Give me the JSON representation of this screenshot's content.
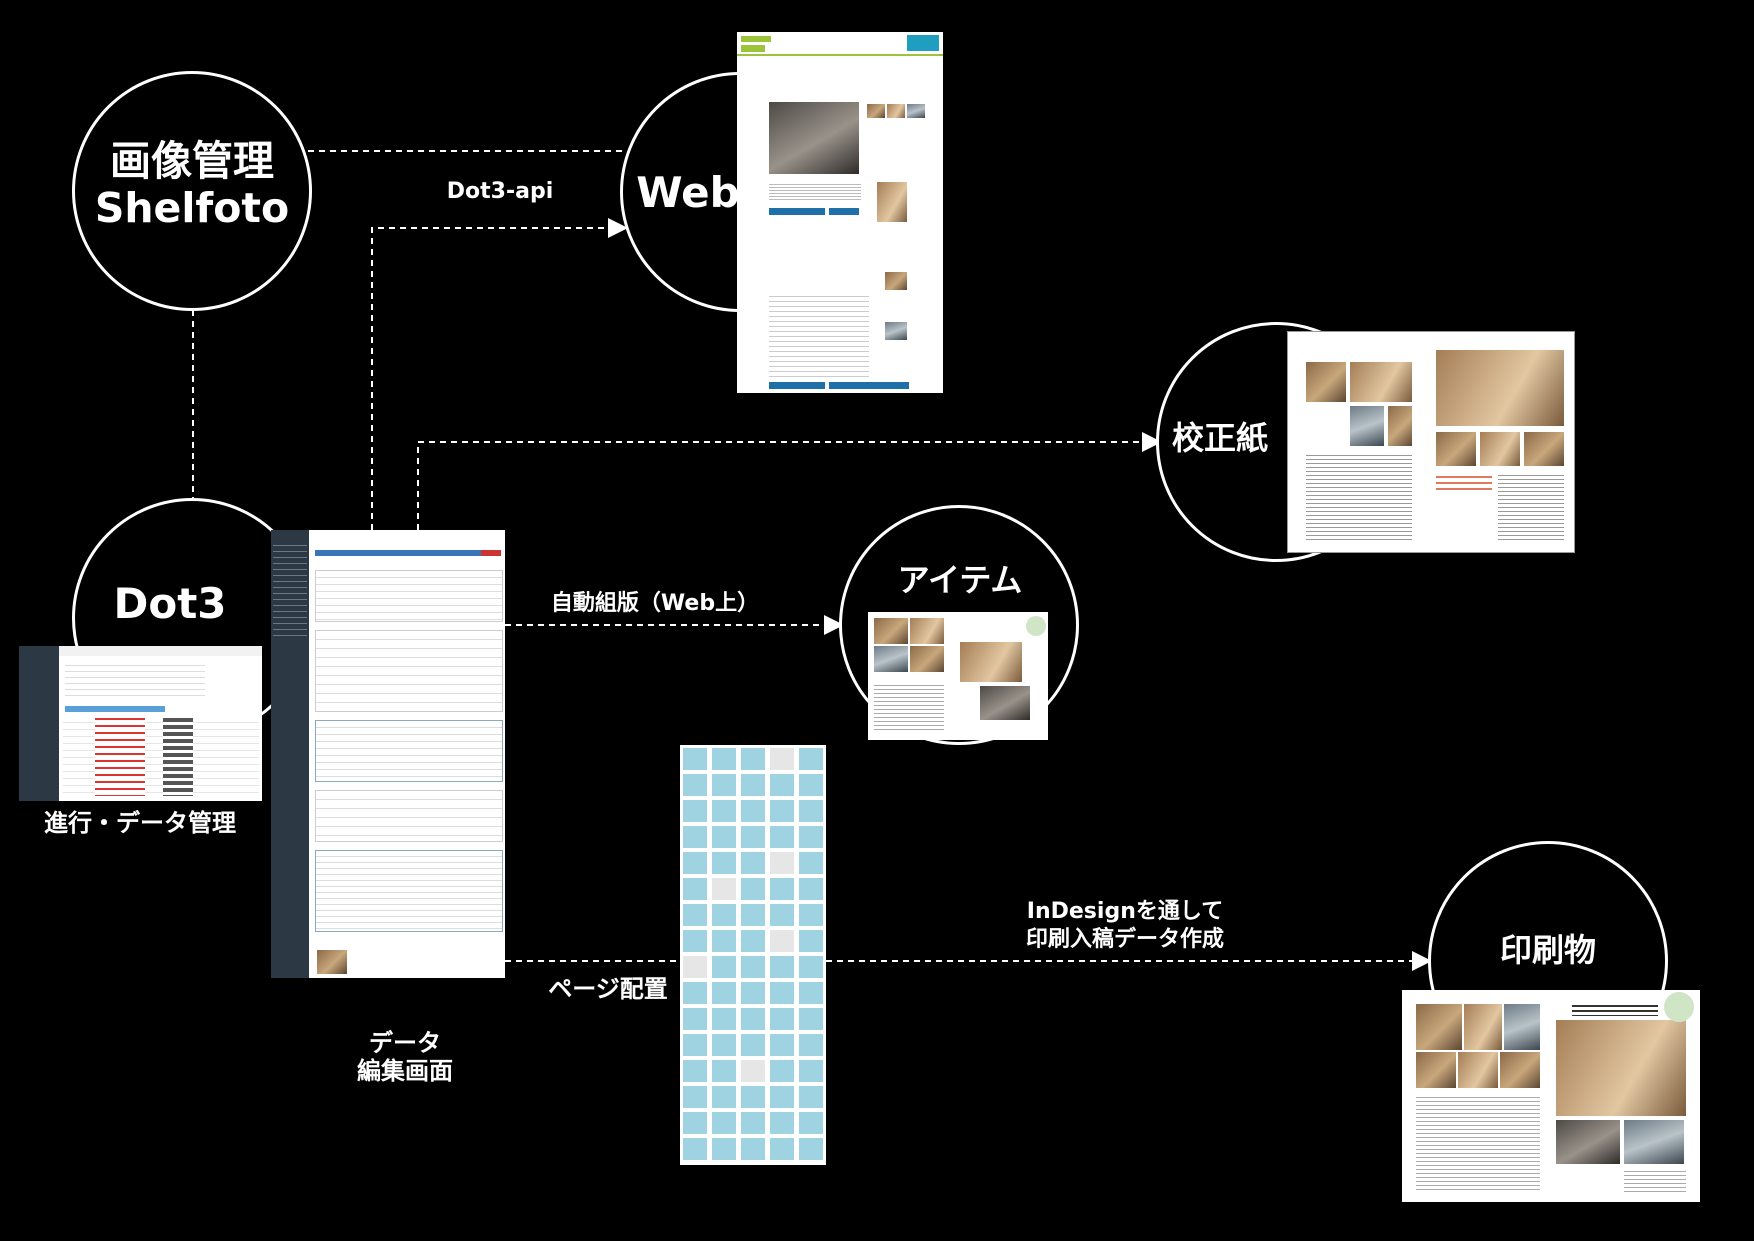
{
  "nodes": {
    "shelfoto": {
      "line1": "画像管理",
      "line2": "Shelfoto"
    },
    "web": {
      "label": "Web"
    },
    "dot3": {
      "label": "Dot3",
      "caption": "進行・データ管理"
    },
    "proof": {
      "label": "校正紙"
    },
    "item": {
      "label": "アイテム"
    },
    "print": {
      "label": "印刷物"
    },
    "data_edit": {
      "line1": "データ",
      "line2": "編集画面"
    },
    "page_layout": {
      "label": "ページ配置"
    }
  },
  "edges": {
    "api": {
      "label": "Dot3-api"
    },
    "auto_layout": {
      "label": "自動組版（Web上）"
    },
    "indesign": {
      "line1": "InDesignを通して",
      "line2": "印刷入稿データ作成"
    }
  },
  "colors": {
    "background": "#000000",
    "foreground": "#ffffff",
    "web_accent": "#9cc43a",
    "web_blue": "#1f6fa8",
    "page_cell": "#9fd3e2"
  }
}
